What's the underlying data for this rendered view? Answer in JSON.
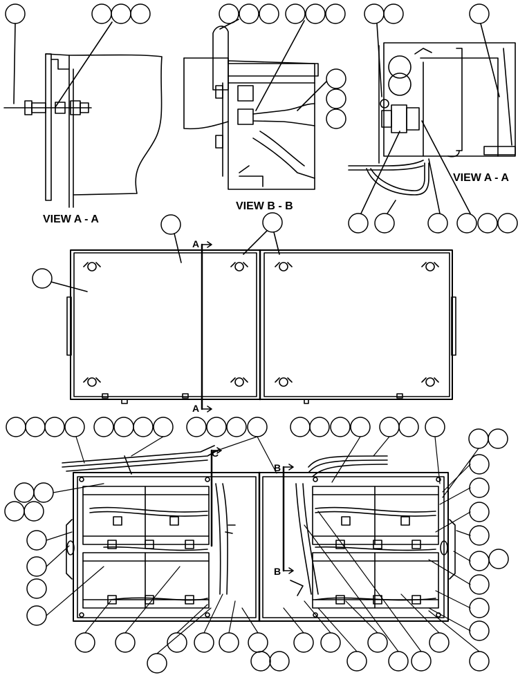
{
  "figure": {
    "view_labels": {
      "view_a_a_left": "VIEW A - A",
      "view_b_b": "VIEW B - B",
      "view_a_a_right": "VIEW A - A"
    },
    "section_markers": {
      "a_top": "A",
      "a_bottom": "A",
      "c": "C",
      "b_top": "B",
      "b_bottom": "B"
    },
    "colors": {
      "line": "#000000",
      "background": "#ffffff"
    }
  }
}
